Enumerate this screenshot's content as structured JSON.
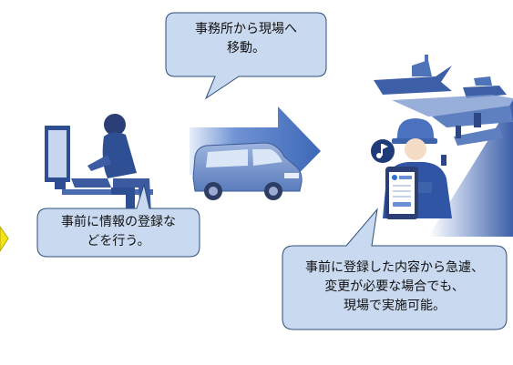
{
  "bubble_top": {
    "line1": "事務所から現場へ",
    "line2": "移動。"
  },
  "bubble_left": {
    "line1": "事前に情報の登録な",
    "line2": "どを行う。"
  },
  "bubble_right": {
    "line1": "事前に登録した内容から急遽、",
    "line2": "変更が必要な場合でも、",
    "line3": "現場で実施可能。"
  },
  "icons": {
    "office_worker": "person-at-computer-icon",
    "vehicle": "van-icon",
    "arrow": "right-arrow-icon",
    "field_worker": "hardhat-worker-icon",
    "smartphone": "smartphone-icon",
    "notification": "music-note-icon",
    "port": "ship-and-pier-icon"
  },
  "colors": {
    "bubble_fill": "#c9d9ef",
    "bubble_stroke": "#2c4f7c",
    "arrow_blue": "#4a74c2",
    "figure_blue": "#2f4f95",
    "yellow_marker": "#f4e21b"
  }
}
